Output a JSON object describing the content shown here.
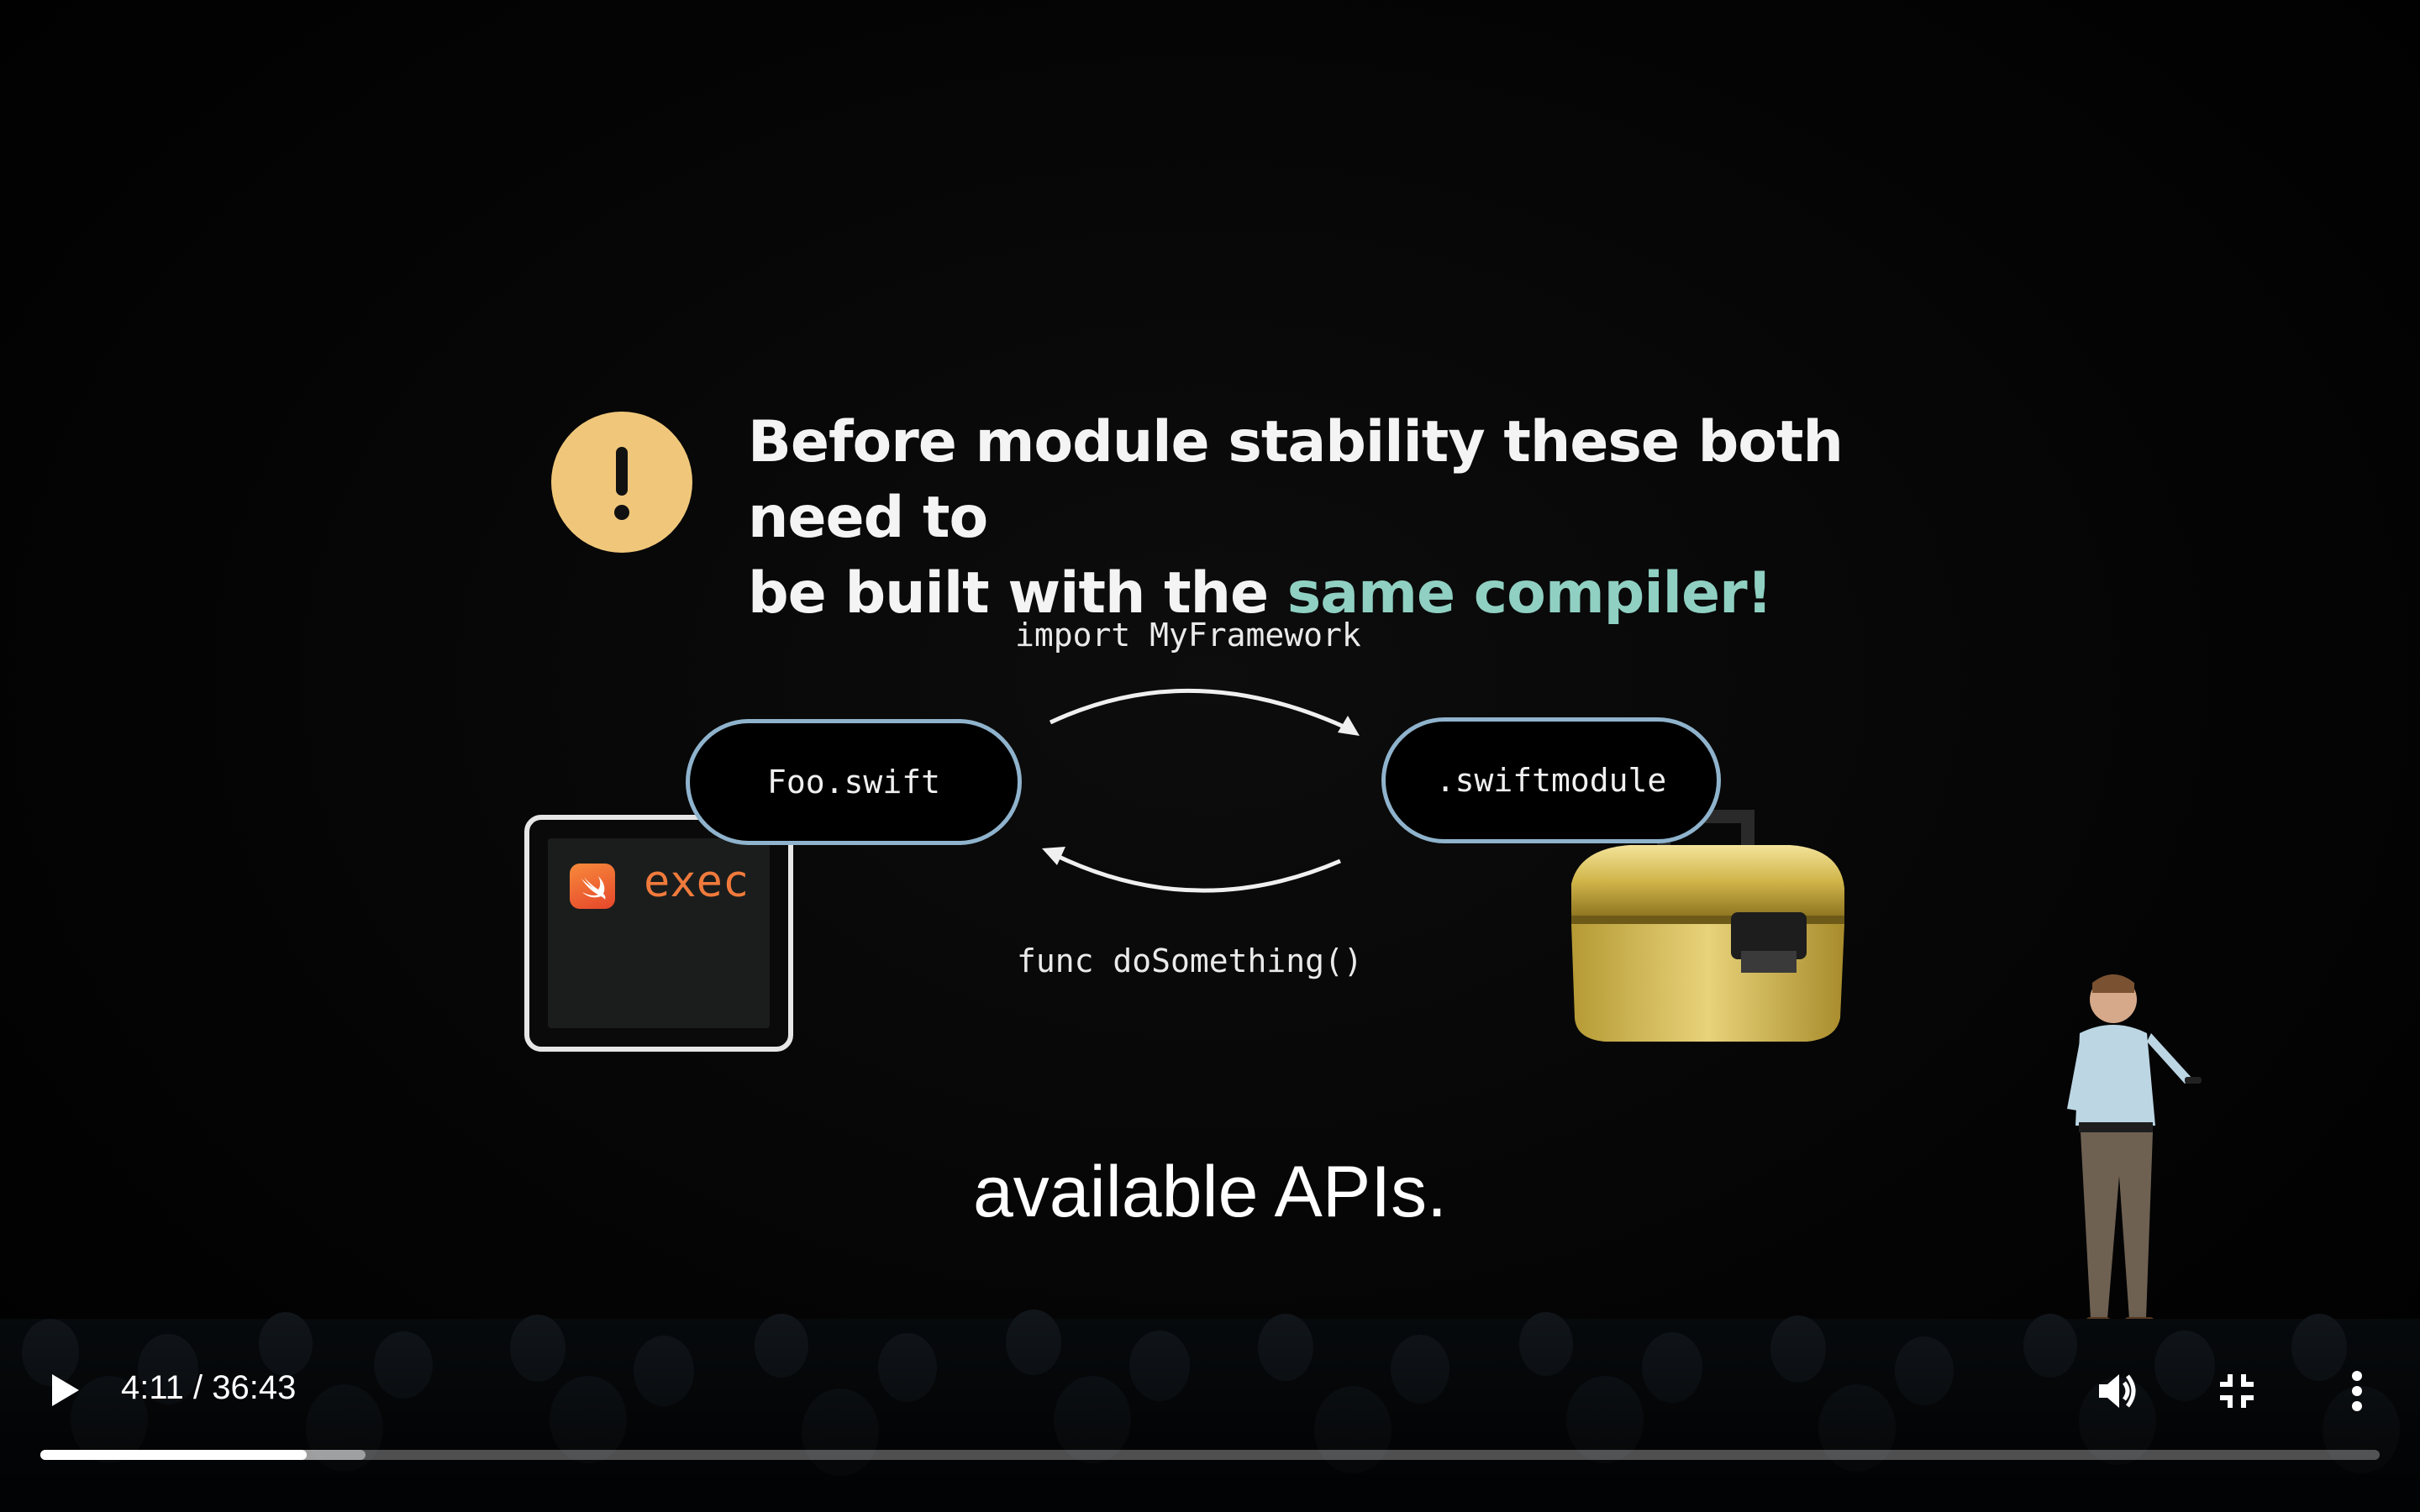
{
  "slide": {
    "title_line1": "Before module stability these both need to",
    "title_line2_plain": "be built with the ",
    "title_line2_accent": "same compiler!",
    "warning_symbol": "!",
    "import_label": "import MyFramework",
    "func_label": "func doSomething()",
    "left_node": "Foo.swift",
    "right_node": ".swiftmodule",
    "exec_label": "exec",
    "accent_color": "#8fd0c2",
    "badge_color": "#f0c77a"
  },
  "caption": "available APIs.",
  "player": {
    "current_time": "4:11",
    "separator": " / ",
    "duration": "36:43",
    "played_fraction": 0.114,
    "buffered_fraction": 0.139,
    "icons": [
      "play-icon",
      "volume-icon",
      "exit-fullscreen-icon",
      "more-vert-icon"
    ]
  }
}
